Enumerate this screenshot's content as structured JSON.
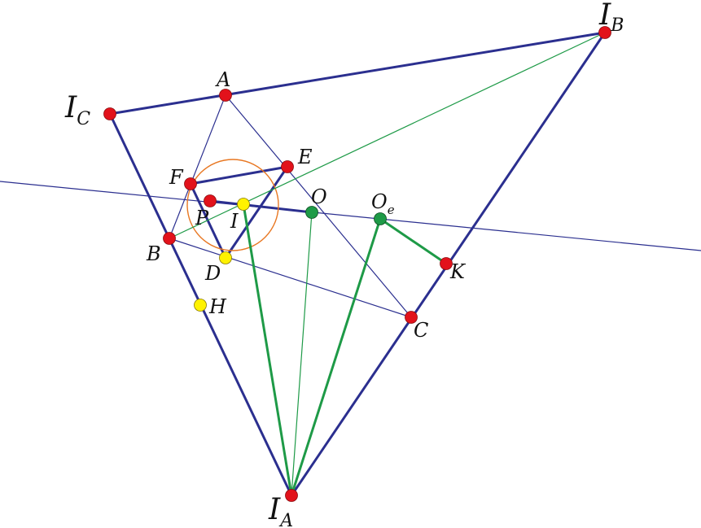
{
  "colors": {
    "navy": "#2b2f8f",
    "green": "#1e9a47",
    "red": "#e2121b",
    "yellow": "#fff200",
    "orange": "#e87722",
    "background": "#ffffff"
  },
  "points": {
    "A": {
      "label": "A"
    },
    "B": {
      "label": "B"
    },
    "C": {
      "label": "C"
    },
    "D": {
      "label": "D"
    },
    "E": {
      "label": "E"
    },
    "F": {
      "label": "F"
    },
    "H": {
      "label": "H"
    },
    "I": {
      "label": "I"
    },
    "O": {
      "label": "O"
    },
    "P": {
      "label": "P"
    },
    "K": {
      "label": "K"
    },
    "Oe": {
      "label": "O",
      "sub": "e"
    },
    "IA": {
      "label": "I",
      "sub": "A"
    },
    "IB": {
      "label": "I",
      "sub": "B"
    },
    "IC": {
      "label": "I",
      "sub": "C"
    }
  }
}
